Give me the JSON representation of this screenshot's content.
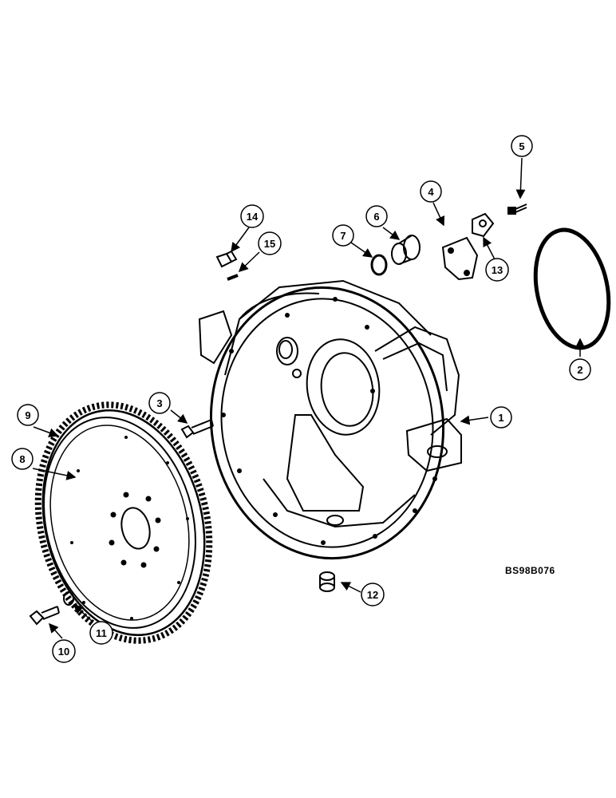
{
  "drawing_code": "BS98B076",
  "callouts": [
    "1",
    "2",
    "3",
    "4",
    "5",
    "6",
    "7",
    "8",
    "9",
    "10",
    "11",
    "12",
    "13",
    "14",
    "15"
  ],
  "colors": {
    "ink": "#000000",
    "paper": "#ffffff"
  }
}
